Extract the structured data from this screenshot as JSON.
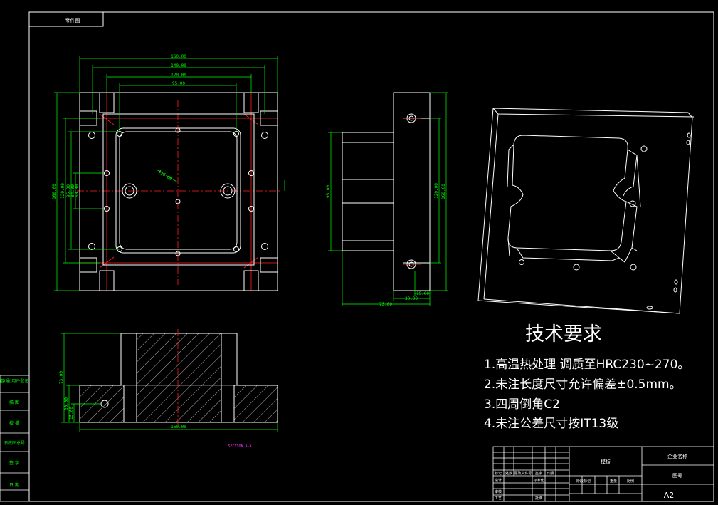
{
  "frame": {
    "label": "零件图"
  },
  "dims_top": {
    "w160": "160.00",
    "w140": "140.00",
    "w120": "120.00",
    "w95": "95.00",
    "dia": "Φ16.00"
  },
  "dims_left": {
    "h160": "160.00",
    "h120": "120.00",
    "h95": "95.00",
    "h84": "84.00",
    "h60": "60.00"
  },
  "dims_side": {
    "h95": "95.00",
    "h120": "120.00",
    "h160": "160.00",
    "w15": "15.00",
    "w30": "30.00",
    "w73": "73.00"
  },
  "dims_section": {
    "h73": "73.00",
    "h30": "30.00",
    "h15": "15.00",
    "w160": "160.00",
    "label": "SECTION A-A"
  },
  "requirements": {
    "title": "技术要求",
    "items": [
      "1.高温热处理  调质至HRC230~270。",
      "2.未注长度尺寸允许偏差±0.5mm。",
      "3.四周倒角C2",
      "4.未注公差尺寸按IT13级"
    ]
  },
  "side_labels": [
    "借(通)用件登记",
    "描  图",
    "校  描",
    "旧底图总号",
    "签  字",
    "日  期"
  ],
  "title_block": {
    "part_name": "模板",
    "company": "企业名称",
    "drawing_no": "图号",
    "sheet_size": "A2",
    "row_labels": [
      "标记",
      "处数",
      "更改文件号",
      "签字",
      "日期"
    ],
    "row2": [
      "设计",
      "标准化"
    ],
    "row3": [
      "审核"
    ],
    "row4": [
      "工艺",
      "批准"
    ],
    "cells": [
      "阶段标记",
      "重量",
      "比例"
    ]
  }
}
